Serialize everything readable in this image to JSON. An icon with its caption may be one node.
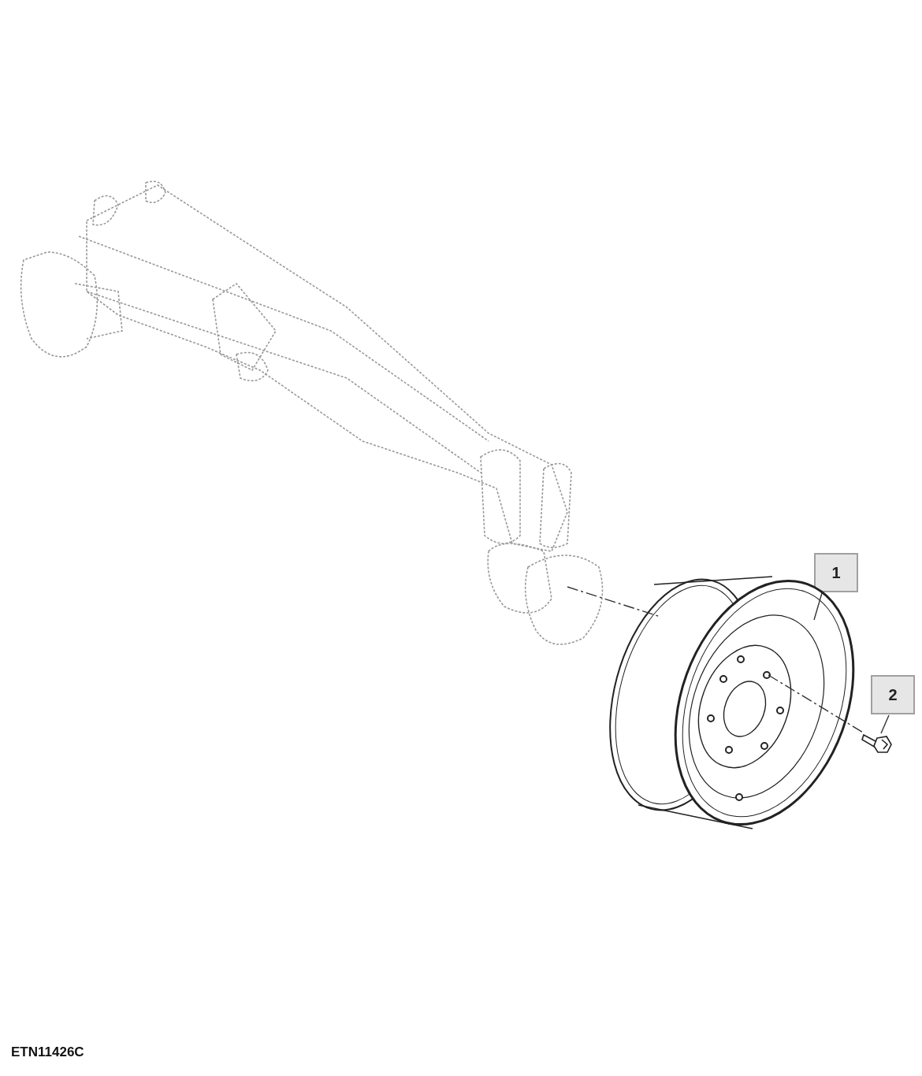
{
  "diagram": {
    "nodes": [
      {
        "text": [],
        "shape": "picture"
      },
      {
        "text": [
          "1"
        ]
      },
      {
        "text": [],
        "shape": "picture"
      },
      {
        "text": [
          "2"
        ]
      },
      {
        "text": [],
        "shape": "picture"
      }
    ],
    "edges": [
      {
        "from": 0,
        "to": 2,
        "arrow": "none",
        "style": "dashed"
      },
      {
        "from": 1,
        "to": 2,
        "arrow": "none"
      },
      {
        "from": 2,
        "to": 4,
        "arrow": "none",
        "style": "dashed"
      },
      {
        "from": 3,
        "to": 4,
        "arrow": "none"
      }
    ],
    "labels": [
      "ETN11426C"
    ]
  }
}
